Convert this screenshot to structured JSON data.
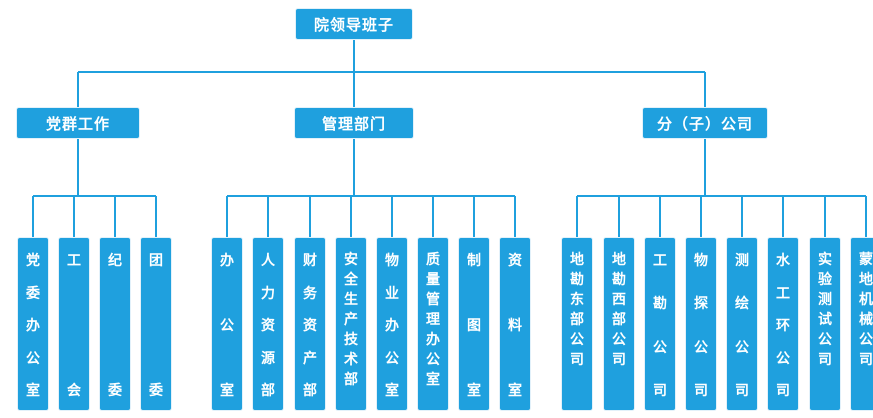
{
  "colors": {
    "box": "#1fa0de",
    "line": "#1fa0de",
    "text": "#ffffff"
  },
  "root": {
    "label": "院领导班子"
  },
  "groups": [
    {
      "label": "党群工作",
      "children": [
        {
          "label": "党委办公室"
        },
        {
          "label": "工会"
        },
        {
          "label": "纪委"
        },
        {
          "label": "团委"
        }
      ]
    },
    {
      "label": "管理部门",
      "children": [
        {
          "label": "办公室"
        },
        {
          "label": "人力资源部"
        },
        {
          "label": "财务资产部"
        },
        {
          "label": "安全生产技术部"
        },
        {
          "label": "物业办公室"
        },
        {
          "label": "质量管理办公室"
        },
        {
          "label": "制图室"
        },
        {
          "label": "资料室"
        }
      ]
    },
    {
      "label": "分（子）公司",
      "children": [
        {
          "label": "地勘东部公司"
        },
        {
          "label": "地勘西部公司"
        },
        {
          "label": "工勘公司"
        },
        {
          "label": "物探公司"
        },
        {
          "label": "测绘公司"
        },
        {
          "label": "水工环公司"
        },
        {
          "label": "实验测试公司"
        },
        {
          "label": "蒙地机械公司"
        }
      ]
    }
  ]
}
